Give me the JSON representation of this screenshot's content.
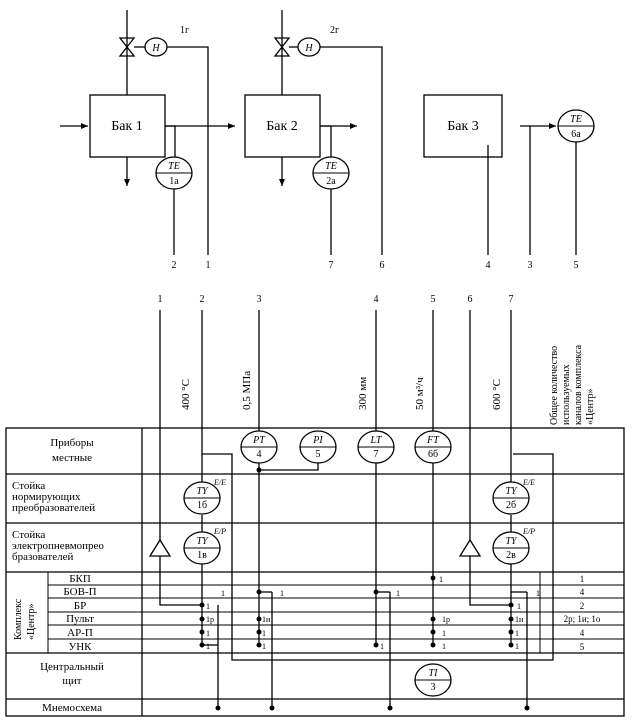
{
  "tanks": [
    "Бак 1",
    "Бак 2",
    "Бак 3"
  ],
  "valve_labels": [
    "1г",
    "2г"
  ],
  "actuator": "Н",
  "top_sensors": [
    {
      "tag": "TE",
      "num": "1а"
    },
    {
      "tag": "TE",
      "num": "2а"
    },
    {
      "tag": "TE",
      "num": "6а"
    }
  ],
  "top_line_numbers": [
    "2",
    "1",
    "7",
    "6",
    "4",
    "3",
    "5"
  ],
  "column_numbers": [
    "1",
    "2",
    "3",
    "4",
    "5",
    "6",
    "7"
  ],
  "column_params": [
    "400 °С",
    "0,5 МПа",
    "300 мм",
    "50 м³/ч",
    "600 °С"
  ],
  "channels_header": "Общее количество используемых каналов комплекса «Центр»",
  "rows": {
    "local": "Приборы местные",
    "norm": "Стойка нормирующих преобразователей",
    "ep": "Стойка электропневмопрео бразователей",
    "complex": "Комплекс «Центр»",
    "central": "Центральный щит",
    "mnemo": "Мнемосхема"
  },
  "sub_rows": [
    "БКП",
    "БОВ-П",
    "БР",
    "Пульт",
    "АР-П",
    "УНК"
  ],
  "channel_totals": [
    "1",
    "4",
    "2",
    "2р; 1и; 1о",
    "4",
    "5"
  ],
  "instruments": [
    {
      "tag": "PT",
      "num": "4"
    },
    {
      "tag": "PI",
      "num": "5"
    },
    {
      "tag": "LT",
      "num": "7"
    },
    {
      "tag": "FT",
      "num": "6б"
    },
    {
      "tag": "TY",
      "num": "1б"
    },
    {
      "tag": "TY",
      "num": "2б"
    },
    {
      "tag": "TY",
      "num": "1в"
    },
    {
      "tag": "TY",
      "num": "2в"
    },
    {
      "tag": "TI",
      "num": "3"
    }
  ],
  "conv_ee": "Е/Е",
  "conv_ep": "Е/Р",
  "sig_labels": {
    "one": "1",
    "p1": "1р",
    "i1": "1и"
  }
}
